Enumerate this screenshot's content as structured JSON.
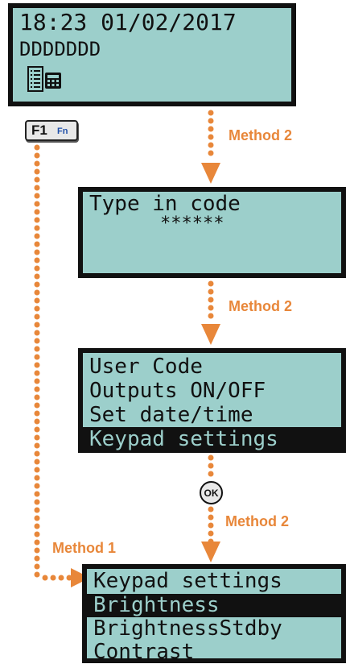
{
  "screens": {
    "home": {
      "line1": "18:23 01/02/2017",
      "line2": "DDDDDDD"
    },
    "code": {
      "line1": "Type in code",
      "line2": "******"
    },
    "menu": {
      "items": [
        "User Code",
        "Outputs ON/OFF",
        "Set date/time",
        "Keypad settings"
      ],
      "selected": 3
    },
    "keypad": {
      "items": [
        "Keypad settings",
        "Brightness",
        "BrightnessStdby",
        "Contrast"
      ],
      "selected": 1
    }
  },
  "keys": {
    "f1_label": "F1",
    "fn_label": "Fn",
    "ok_label": "OK"
  },
  "methods": {
    "method2": "Method 2",
    "method1": "Method 1"
  },
  "colors": {
    "accent": "#e8873a",
    "lcd": "#9ccfcb",
    "frame": "#111111"
  },
  "icons": [
    "list-icon",
    "keypad-icon"
  ]
}
